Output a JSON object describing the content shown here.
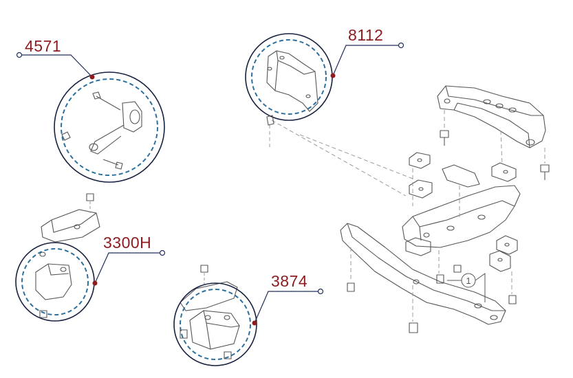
{
  "callouts": [
    {
      "id": "4571",
      "label": "4571"
    },
    {
      "id": "8112",
      "label": "8112"
    },
    {
      "id": "3300H",
      "label": "3300H"
    },
    {
      "id": "3874",
      "label": "3874"
    }
  ],
  "reference_marker": "1",
  "colors": {
    "label": "#8e1b1f",
    "leader_line": "#1f2d5a",
    "outer_circle": "#17213f",
    "dashed_circle": "#2a6f9e",
    "drawing": "#555555",
    "dashed_guide": "#9a9a9a"
  }
}
